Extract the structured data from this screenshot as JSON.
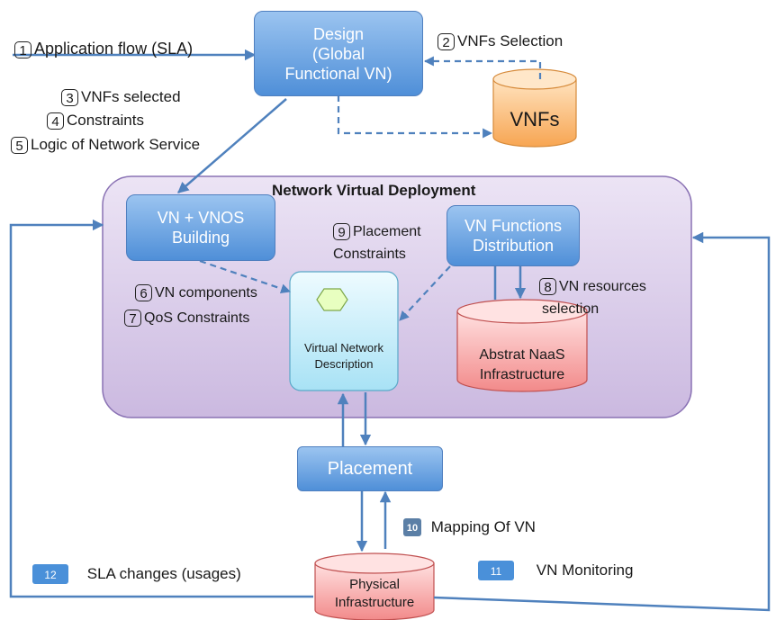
{
  "design_box": {
    "line1": "Design",
    "line2": "(Global",
    "line3": "Functional VN)"
  },
  "vnfs_db": {
    "label": "VNFs"
  },
  "deployment": {
    "title": "Network Virtual Deployment"
  },
  "vn_building": {
    "line1": "VN + VNOS",
    "line2": "Building"
  },
  "vn_distribution": {
    "line1": "VN Functions",
    "line2": "Distribution"
  },
  "vn_description": {
    "line1": "Virtual Network",
    "line2": "Description"
  },
  "naas_db": {
    "line1": "Abstrat NaaS",
    "line2": "Infrastructure"
  },
  "placement": {
    "label": "Placement"
  },
  "physical_db": {
    "line1": "Physical",
    "line2": "Infrastructure"
  },
  "steps": {
    "s1": {
      "num": "1",
      "text": "Application flow (SLA)"
    },
    "s2": {
      "num": "2",
      "text": "VNFs Selection"
    },
    "s3": {
      "num": "3",
      "text": "VNFs selected"
    },
    "s4": {
      "num": "4",
      "text": "Constraints"
    },
    "s5": {
      "num": "5",
      "text": "Logic of Network Service"
    },
    "s6": {
      "num": "6",
      "text": "VN components"
    },
    "s7": {
      "num": "7",
      "text": "QoS Constraints"
    },
    "s8": {
      "num": "8",
      "line1": "VN resources",
      "line2": "selection"
    },
    "s9": {
      "num": "9",
      "line1": "Placement",
      "line2": "Constraints"
    },
    "s10": {
      "num": "10",
      "text": "Mapping Of VN"
    },
    "s11": {
      "num": "11",
      "text": "VN Monitoring"
    },
    "s12": {
      "num": "12",
      "text": "SLA changes (usages)"
    }
  },
  "colors": {
    "arrow": "#4f81bd",
    "deployment_fill": "#dccfea",
    "deployment_border": "#8a72b4",
    "vnfs_fill": "#fbb768",
    "naas_fill": "#f59a9a",
    "description_fill": "#c9eefa"
  }
}
